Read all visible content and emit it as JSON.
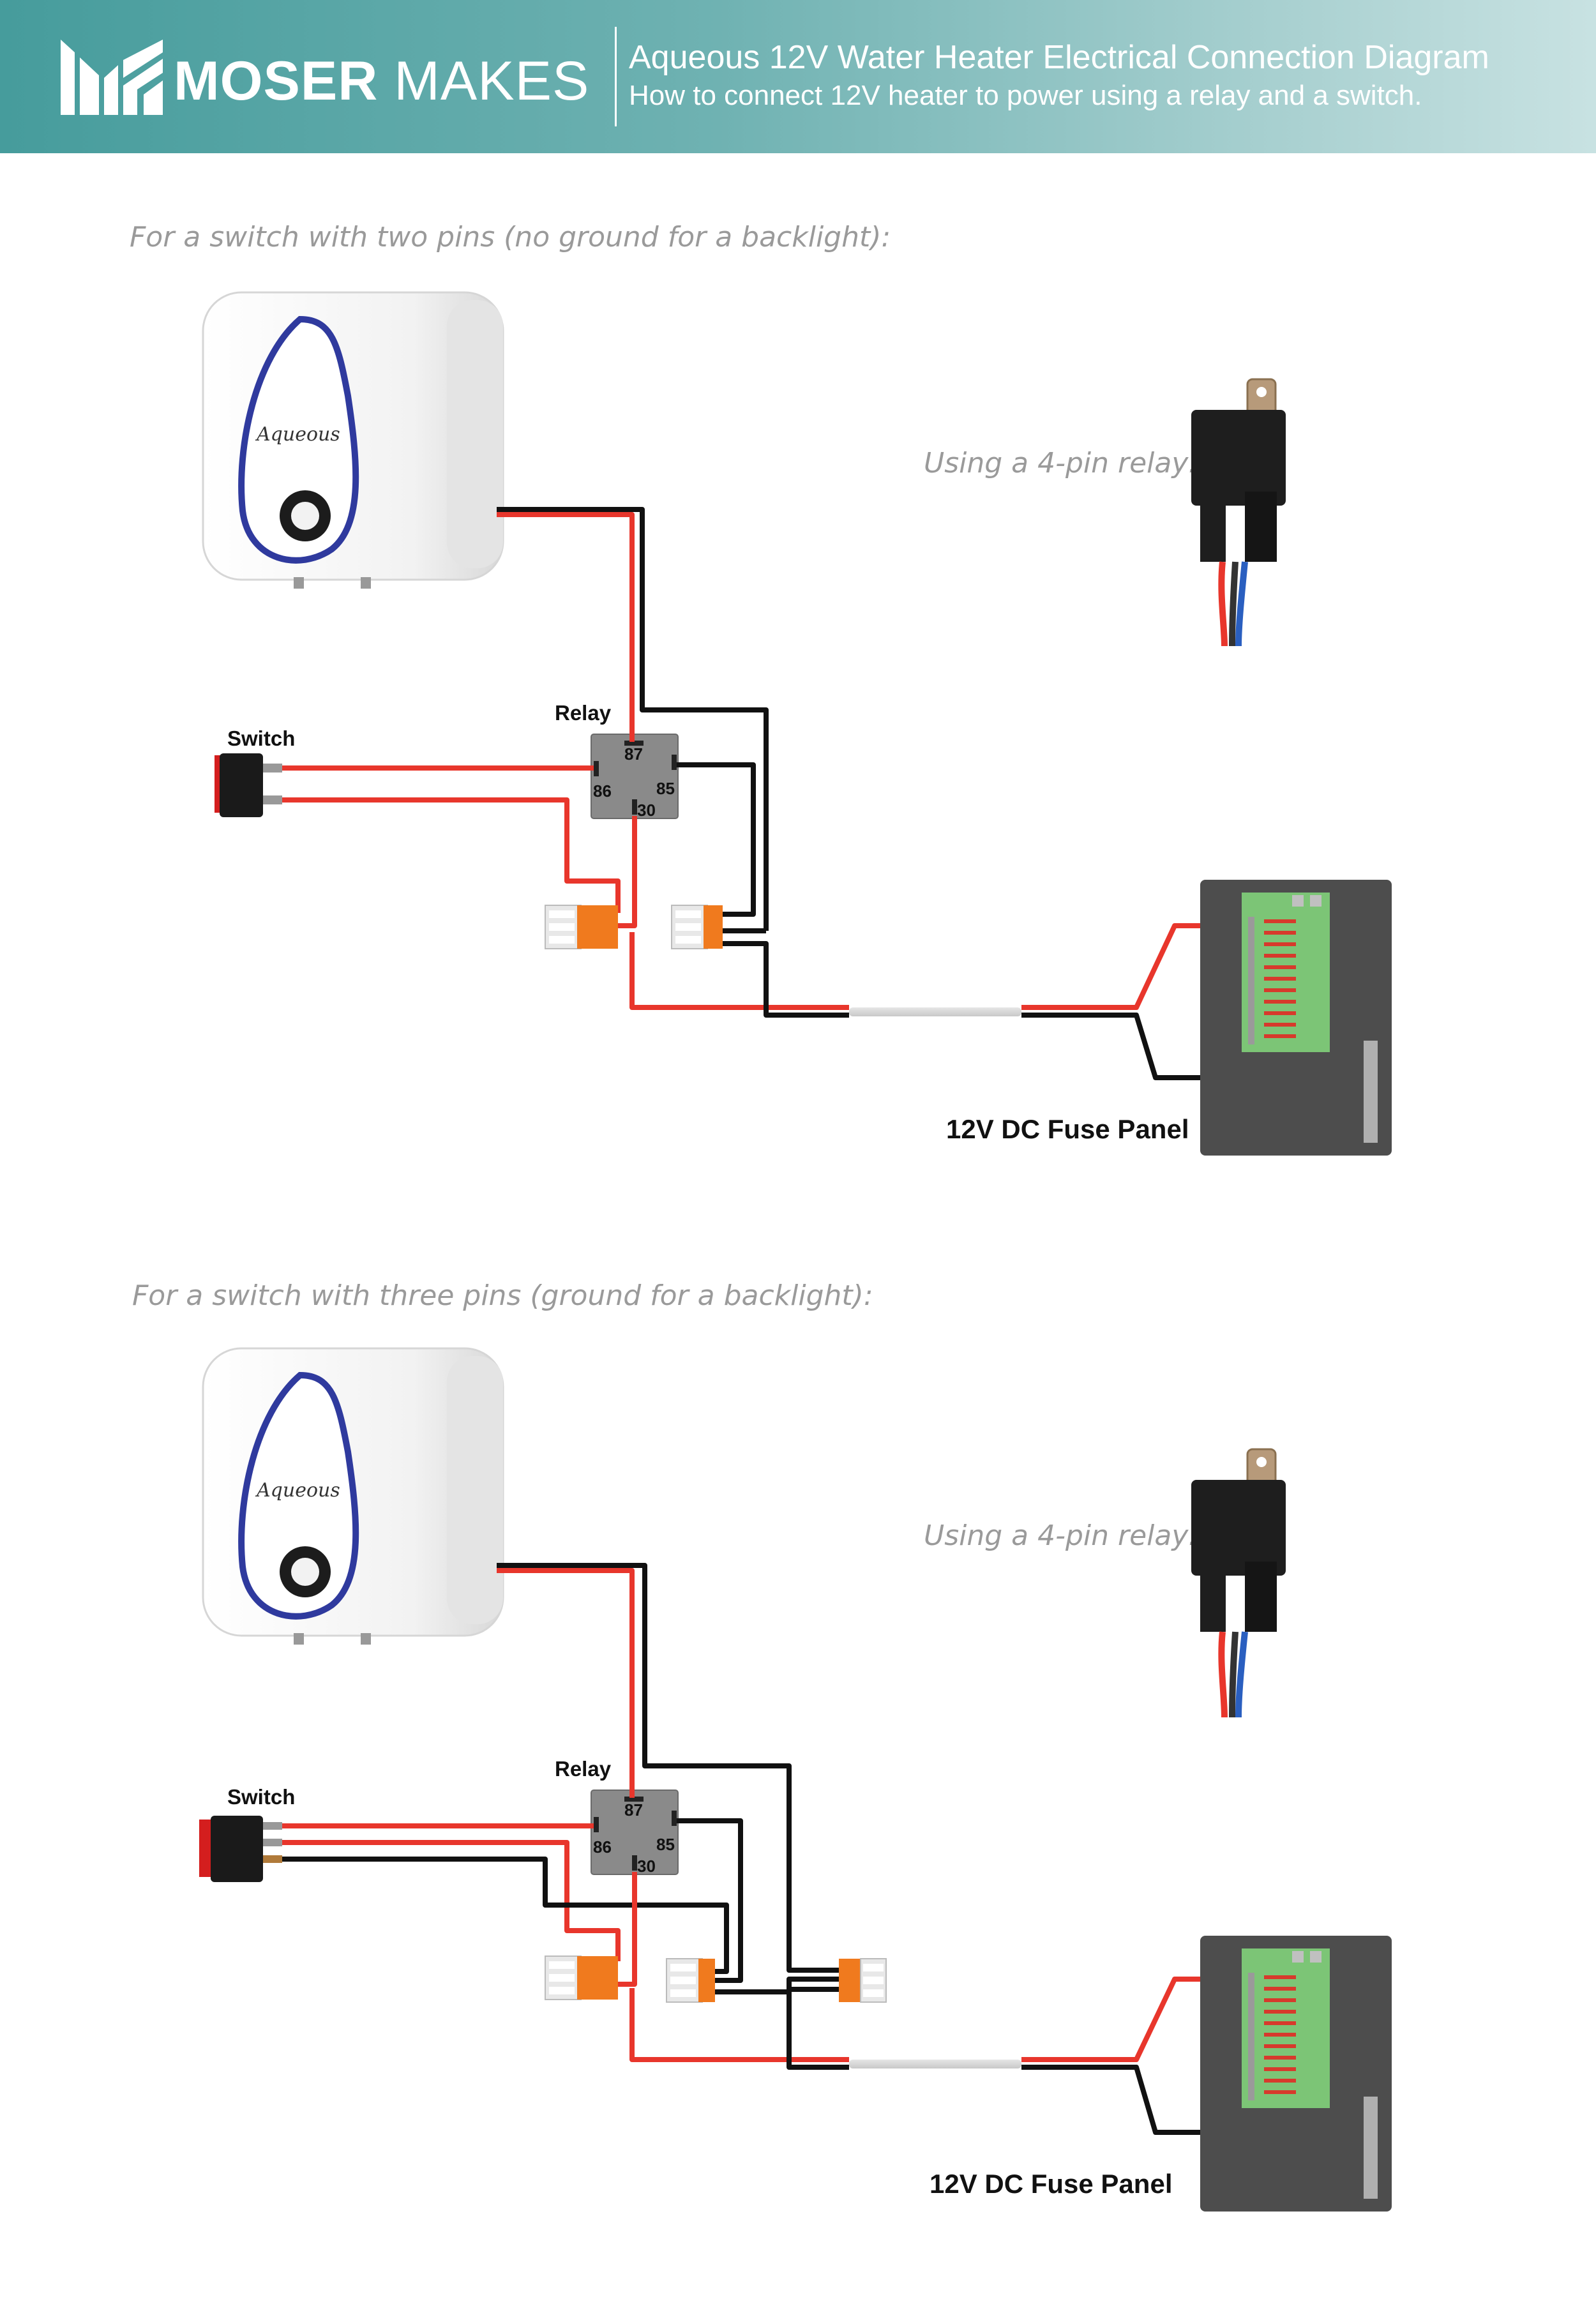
{
  "header": {
    "brand_bold": "MOSER",
    "brand_light": "MAKES",
    "title": "Aqueous 12V Water Heater Electrical Connection Diagram",
    "subtitle": "How to connect 12V heater to power using a relay and a switch."
  },
  "sections": [
    {
      "caption": "For a switch with two pins (no ground for a backlight):",
      "relay_caption": "Using a 4-pin relay:",
      "heater_brand": "Aqueous",
      "switch_label": "Switch",
      "relay_label": "Relay",
      "relay_pins": [
        "87",
        "86",
        "85",
        "30"
      ],
      "fuse_panel_label": "12V DC Fuse Panel"
    },
    {
      "caption": "For a switch with three pins (ground for a backlight):",
      "relay_caption": "Using a 4-pin relay:",
      "heater_brand": "Aqueous",
      "switch_label": "Switch",
      "relay_label": "Relay",
      "relay_pins": [
        "87",
        "86",
        "85",
        "30"
      ],
      "fuse_panel_label": "12V DC Fuse Panel"
    }
  ],
  "colors": {
    "header_teal": "#469c9c",
    "wire_positive": "#e8362c",
    "wire_negative": "#111111",
    "connector_orange": "#f07a1e",
    "fuse_board_green": "#7cc576",
    "fuse_panel_grey": "#4d4d4d",
    "relay_grey": "#8a8a8a",
    "heater_ring_blue": "#2f3a9e"
  }
}
